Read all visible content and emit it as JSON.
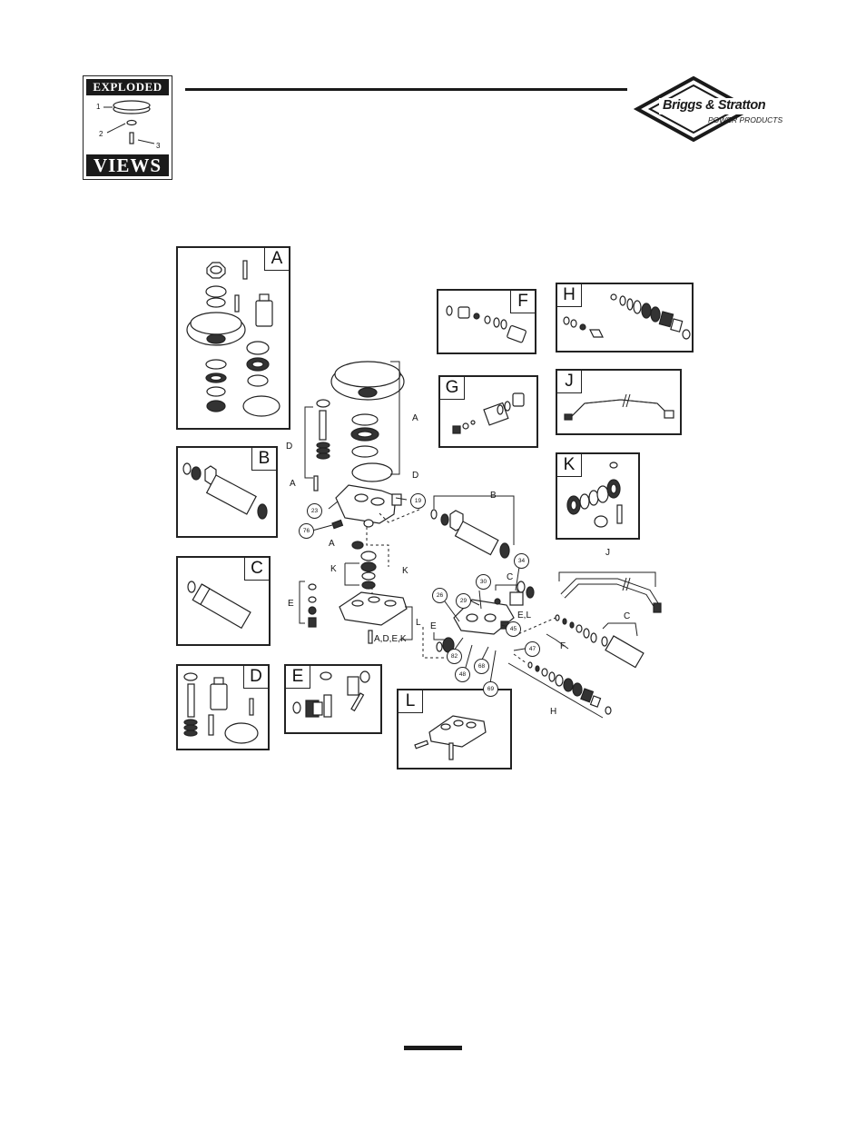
{
  "badge": {
    "top_word": "EXPLODED",
    "bottom_word": "VIEWS",
    "callouts": [
      "1",
      "2",
      "3"
    ]
  },
  "brand": {
    "name": "Briggs & Stratton",
    "subline": "POWER PRODUCTS",
    "color": "#1a1a1a"
  },
  "kits": [
    {
      "letter": "A"
    },
    {
      "letter": "B"
    },
    {
      "letter": "C"
    },
    {
      "letter": "D"
    },
    {
      "letter": "E"
    },
    {
      "letter": "F"
    },
    {
      "letter": "G"
    },
    {
      "letter": "H"
    },
    {
      "letter": "J"
    },
    {
      "letter": "K"
    },
    {
      "letter": "L"
    }
  ],
  "main_diagram": {
    "letter_labels": {
      "A_right": "A",
      "D_right": "D",
      "D_left": "D",
      "A_left": "A",
      "B_top": "B",
      "A_mid": "A",
      "K_left": "K",
      "K_right": "K",
      "E_left": "E",
      "L_right": "L",
      "C_mid": "C",
      "E_L": "E,L",
      "E_low": "E",
      "F_low": "F",
      "C_right": "C",
      "J_top": "J",
      "H_low": "H"
    },
    "combo_label": "A,D,E,K",
    "part_numbers": {
      "n23": "23",
      "n19": "19",
      "n76": "76",
      "n30": "30",
      "n34": "34",
      "n29": "29",
      "n26": "26",
      "n45": "45",
      "n47": "47",
      "n82": "82",
      "n48": "48",
      "n68": "68",
      "n69": "69"
    }
  }
}
